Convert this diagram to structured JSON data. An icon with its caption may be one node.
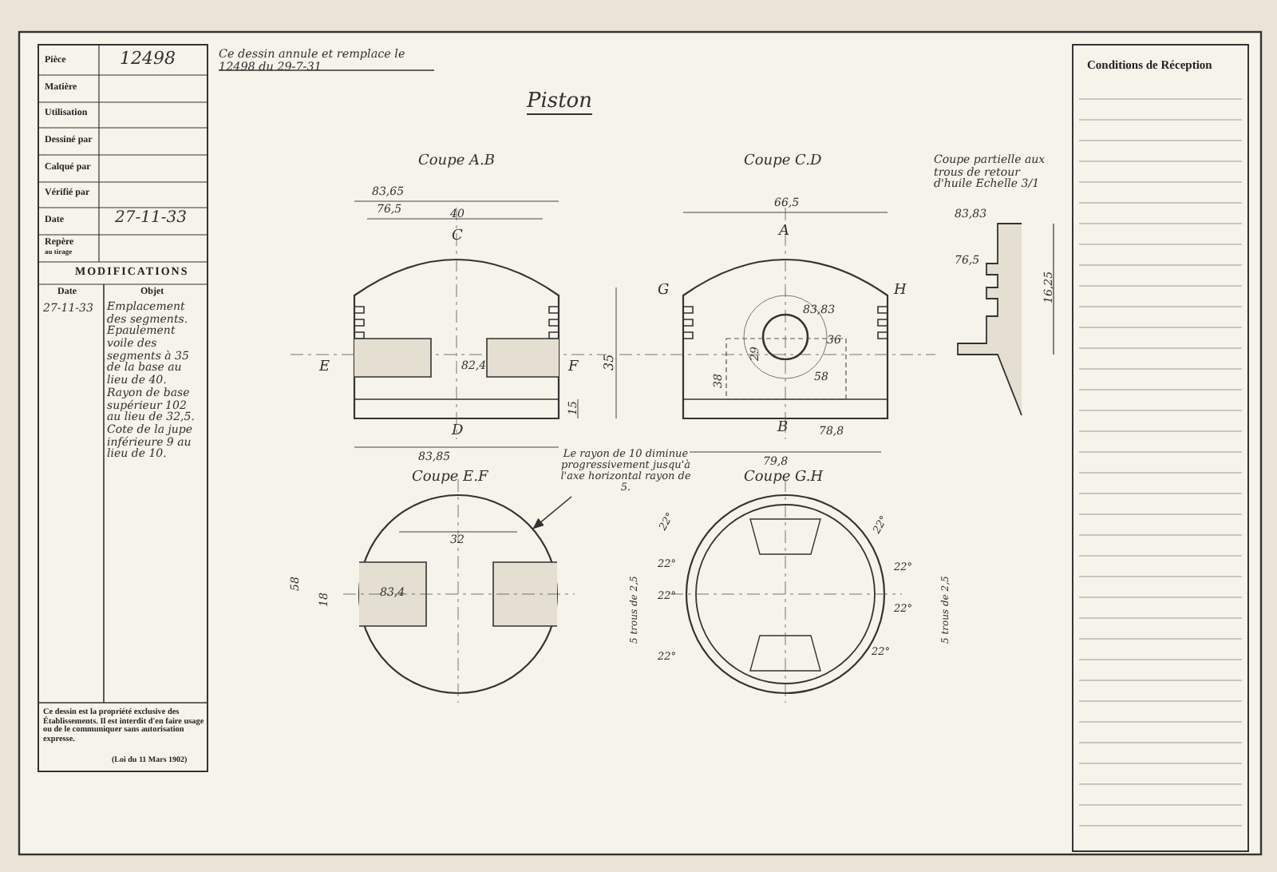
{
  "diagram": {
    "title": "Piston",
    "nodes": [
      {
        "text": [
          "Le rayon de 10 diminue progressivement jusqu'à l'axe horizontal rayon de 5."
        ]
      },
      {
        "text": [],
        "shape": "picture"
      }
    ],
    "edges": [
      {
        "from": 0,
        "to": 1,
        "arrow": "to"
      }
    ],
    "labels": [
      "Pièce",
      "12498",
      "Matière",
      "Utilisation",
      "Dessiné par",
      "Calqué par",
      "Vérifié par",
      "Date",
      "27-11-33",
      "Repère",
      "au tirage",
      "MODIFICATIONS",
      "Date",
      "Objet",
      "27-11-33",
      "Emplacement des segments. Epaulement voile des segments à 35 de la base au lieu de 40. Rayon de base supérieur 102 au lieu de 32,5. Cote de la jupe inférieure 9 au lieu de 10.",
      "Ce dessin est la propriété exclusive des Établissements. Il est interdit d'en faire usage ou de le communiquer sans autorisation expresse.",
      "(Loi du 11 Mars 1902)",
      "Ce dessin annule et remplace le 12498 du 29-7-31",
      "Coupe A.B",
      "Coupe C.D",
      "Coupe partielle aux trous de retour d'huile Echelle 3/1",
      "Coupe E.F",
      "Coupe G.H",
      "Conditions de Réception",
      "83,65",
      "76,5",
      "40",
      "82,4",
      "83,85",
      "35",
      "15",
      "66,5",
      "83,83",
      "36",
      "58",
      "29",
      "38",
      "79,8",
      "78,8",
      "83,83",
      "76,5",
      "16,25",
      "32",
      "83,4",
      "58",
      "18",
      "22°",
      "22°",
      "22°",
      "22°",
      "22°",
      "22°",
      "22°",
      "22°",
      "5 trous de 2,5",
      "5 trous de 2,5",
      "C",
      "D",
      "E",
      "F",
      "A",
      "B",
      "G",
      "H"
    ]
  }
}
